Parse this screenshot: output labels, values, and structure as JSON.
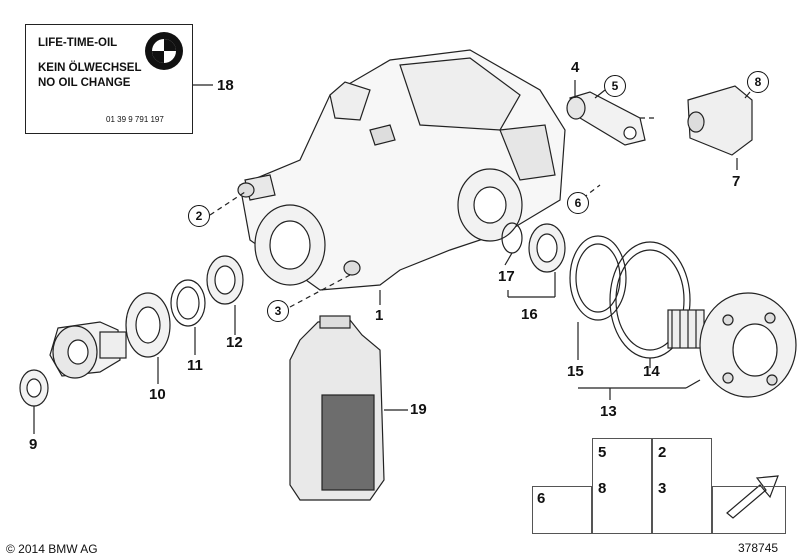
{
  "label_card": {
    "heading": "LIFE-TIME-OIL",
    "line1": "KEIN ÖLWECHSEL",
    "line2": "NO OIL CHANGE",
    "part_number": "01 39 9 791 197",
    "logo_icon": "bmw-roundel-icon"
  },
  "callouts": {
    "c1": "1",
    "c2": "2",
    "c3": "3",
    "c4": "4",
    "c5": "5",
    "c6": "6",
    "c7": "7",
    "c8": "8",
    "c9": "9",
    "c10": "10",
    "c11": "11",
    "c12": "12",
    "c13": "13",
    "c14": "14",
    "c15": "15",
    "c16": "16",
    "c17": "17",
    "c18": "18",
    "c19": "19"
  },
  "fastener_boxes": {
    "nut_label": "6",
    "bolt_a_label_top": "5",
    "bolt_a_label_bottom": "8",
    "bolt_b_label_top": "2",
    "bolt_b_label_bottom": "3",
    "arrow_icon": "navigation-arrow-icon"
  },
  "footer": {
    "copyright": "© 2014 BMW AG",
    "diagram_id": "378745"
  }
}
